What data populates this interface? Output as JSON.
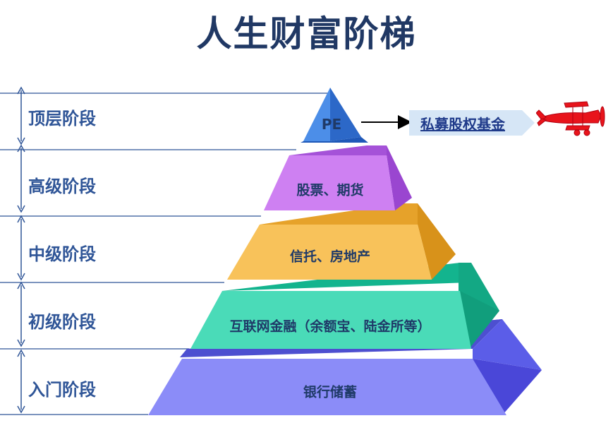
{
  "title": "人生财富阶梯",
  "stages": [
    "顶层阶段",
    "高级阶段",
    "中级阶段",
    "初级阶段",
    "入门阶段"
  ],
  "tiers": [
    {
      "label": "PE",
      "color": "#3B7DD8"
    },
    {
      "label": "股票、期货",
      "color": "#C070E8"
    },
    {
      "label": "信托、房地产",
      "color": "#F5B540"
    },
    {
      "label": "互联网金融（余额宝、陆金所等）",
      "color": "#26C9A0"
    },
    {
      "label": "银行储蓄",
      "color": "#6A6CF0"
    }
  ],
  "callout": {
    "label": "私募股权基金"
  },
  "colors": {
    "title": "#203864",
    "stage_text": "#2F5597",
    "axis": "#2F5597",
    "plane": "#E8141B"
  }
}
